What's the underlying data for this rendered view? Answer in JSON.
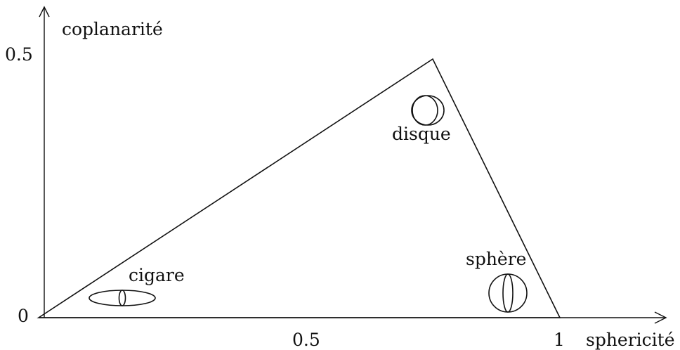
{
  "axes": {
    "x_title": "sphericité",
    "y_title": "coplanarité",
    "x_ticks": [
      "0.5",
      "1"
    ],
    "y_ticks": [
      "0.5",
      "0"
    ]
  },
  "regions": {
    "cigare": "cigare",
    "disque": "disque",
    "sphere": "sphère"
  },
  "colors": {
    "ink": "#111111",
    "background": "#ffffff"
  }
}
